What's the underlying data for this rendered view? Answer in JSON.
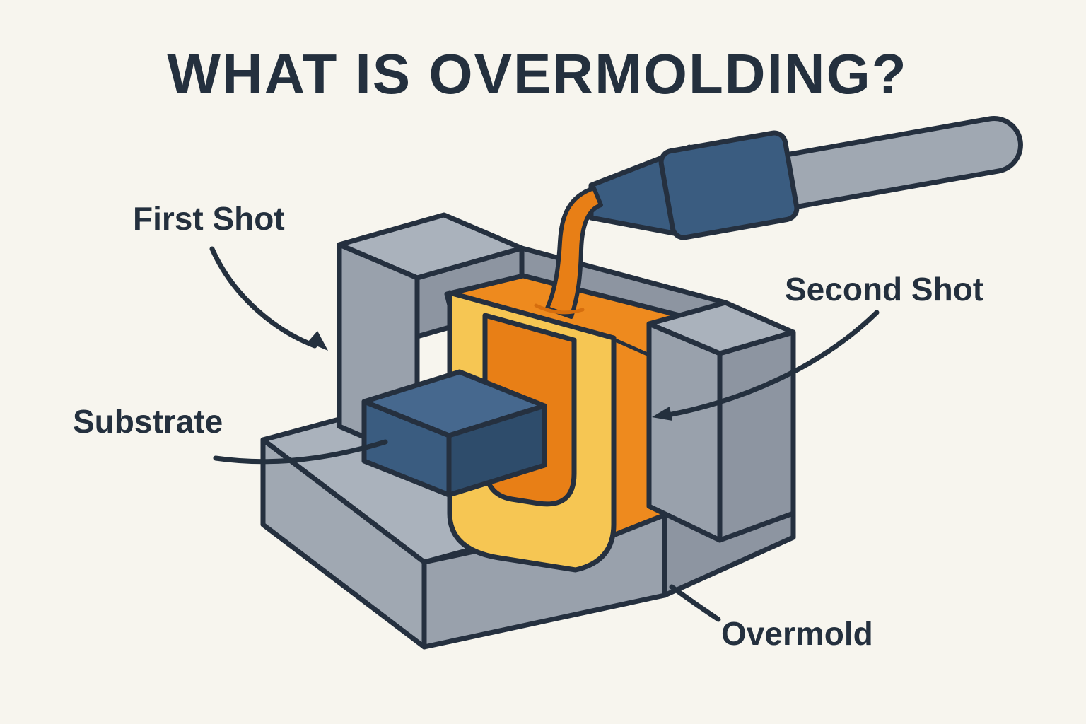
{
  "title": "WHAT IS OVERMOLDING?",
  "labels": {
    "first_shot": "First Shot",
    "substrate": "Substrate",
    "second_shot": "Second Shot",
    "overmold": "Overmold"
  },
  "colors": {
    "background": "#f7f5ee",
    "outline": "#25303f",
    "label_text": "#24303e",
    "mold_gray_light": "#aab2bc",
    "mold_gray": "#a0a8b2",
    "mold_gray_mid": "#99a1ac",
    "mold_gray_dark": "#8d95a1",
    "substrate_blue_light": "#46688e",
    "substrate_blue": "#3a5c80",
    "substrate_blue_dark": "#2e4c6b",
    "first_shot_yellow": "#f6c653",
    "second_shot_orange": "#ee8a1e",
    "second_shot_orange_deep": "#e87f16"
  }
}
